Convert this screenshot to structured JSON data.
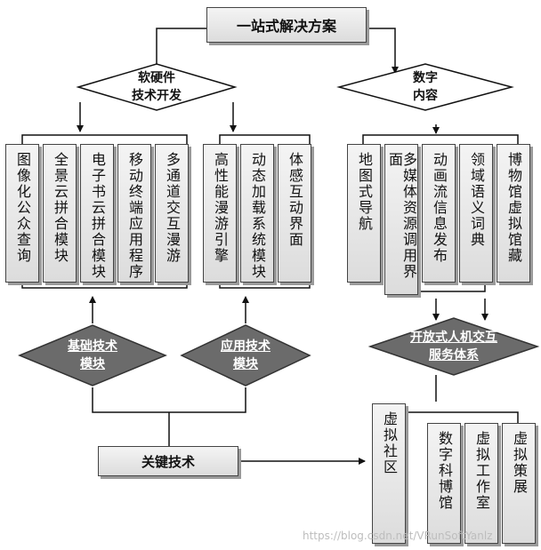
{
  "diagram": {
    "title": "一站式解决方案",
    "software_hardware": "软硬件\n技术开发",
    "digital_content": "数字\n内容",
    "basic_modules_label": "基础技术\n模块",
    "application_modules_label": "应用技术\n模块",
    "open_interaction_label": "开放式人机交互\n服务体系",
    "key_technology": "关键技术",
    "basic_modules": [
      "图像化公众查询",
      "全景云拼合模块",
      "电子书云拼合模块",
      "移动终端应用程序",
      "多通道交互漫游"
    ],
    "application_modules": [
      "高性能漫游引擎",
      "动态加载系统模块",
      "体感互动界面"
    ],
    "content_items": [
      "地图式导航",
      "多媒体资源调用界面",
      "动画流信息发布",
      "领域语义词典",
      "博物馆虚拟馆藏"
    ],
    "services": [
      "虚拟社区",
      "数字科博馆",
      "虚拟工作室",
      "虚拟策展"
    ],
    "watermark": "https://blog.csdn.net/VRunSoftYanlz"
  }
}
